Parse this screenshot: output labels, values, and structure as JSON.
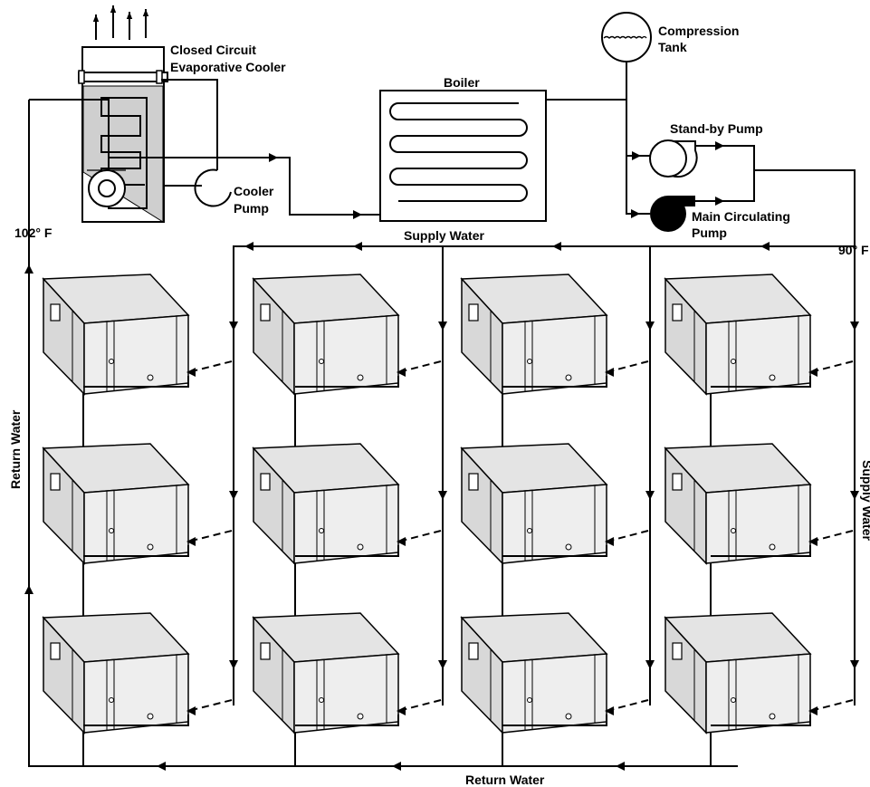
{
  "labels": {
    "cooler_line1": "Closed Circuit",
    "cooler_line2": "Evaporative Cooler",
    "compression_line1": "Compression",
    "compression_line2": "Tank",
    "boiler": "Boiler",
    "standby_pump": "Stand-by Pump",
    "cooler_pump_line1": "Cooler",
    "cooler_pump_line2": "Pump",
    "main_pump_line1": "Main Circulating",
    "main_pump_line2": "Pump",
    "supply_water_top": "Supply Water",
    "temp_return": "102° F",
    "temp_supply": "90° F",
    "return_water_left": "Return Water",
    "return_water_bottom": "Return Water",
    "supply_water_right": "Supply Water"
  },
  "colors": {
    "line": "#000000",
    "unit_fill": "#e4e4e4",
    "cooler_fill": "#cfcfcf"
  },
  "heat_pump_units": {
    "columns": 4,
    "rows": 3
  }
}
